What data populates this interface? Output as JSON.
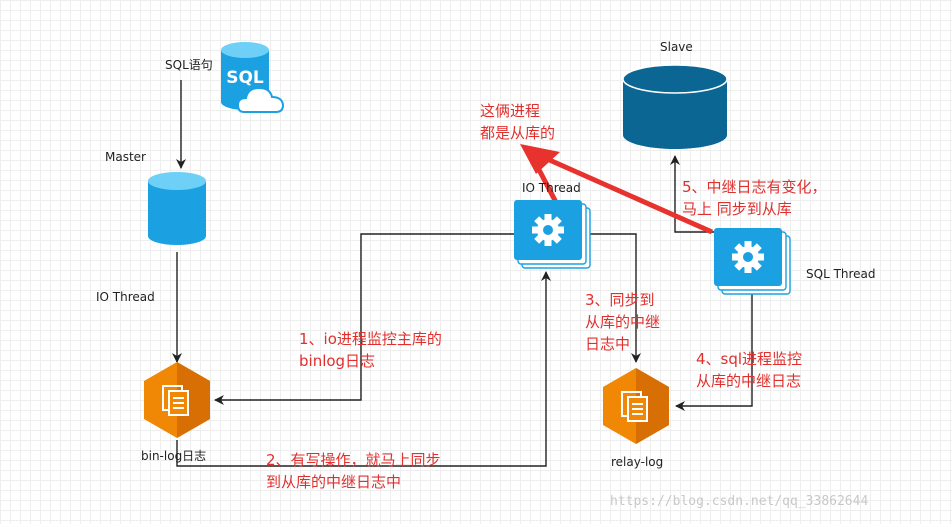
{
  "labels": {
    "sql_statement": "SQL语句",
    "sql_logo": "SQL",
    "master": "Master",
    "io_thread_master": "IO Thread",
    "binlog": "bin-log日志",
    "io_thread_slave": "IO Thread",
    "slave": "Slave",
    "sql_thread": "SQL Thread",
    "relay_log": "relay-log"
  },
  "notes": {
    "both_processes": [
      "这俩进程",
      "都是从库的"
    ],
    "step1": [
      "1、io进程监控主库的",
      "binlog日志"
    ],
    "step2": [
      "2、有写操作，就马上同步",
      "到从库的中继日志中"
    ],
    "step3": [
      "3、同步到",
      "从库的中继",
      "日志中"
    ],
    "step4": [
      "4、sql进程监控",
      "从库的中继日志"
    ],
    "step5": [
      "5、中继日志有变化，",
      "马上 同步到从库"
    ]
  },
  "watermark": "https://blog.csdn.net/qq_33862644",
  "icons": {
    "sql_db": "database-cloud-icon",
    "master_db": "database-icon",
    "slave_db": "database-icon",
    "io_thread": "gear-stack-icon",
    "sql_thread": "gear-stack-icon",
    "binlog_file": "document-hexagon-icon",
    "relaylog_file": "document-hexagon-icon"
  },
  "colors": {
    "db_cyan": "#1ba1e2",
    "slave_blue": "#0b6693",
    "thread_blue": "#1ba1e2",
    "file_orange": "#f08705",
    "annotation_red": "#e0302d",
    "connector": "#222222"
  }
}
